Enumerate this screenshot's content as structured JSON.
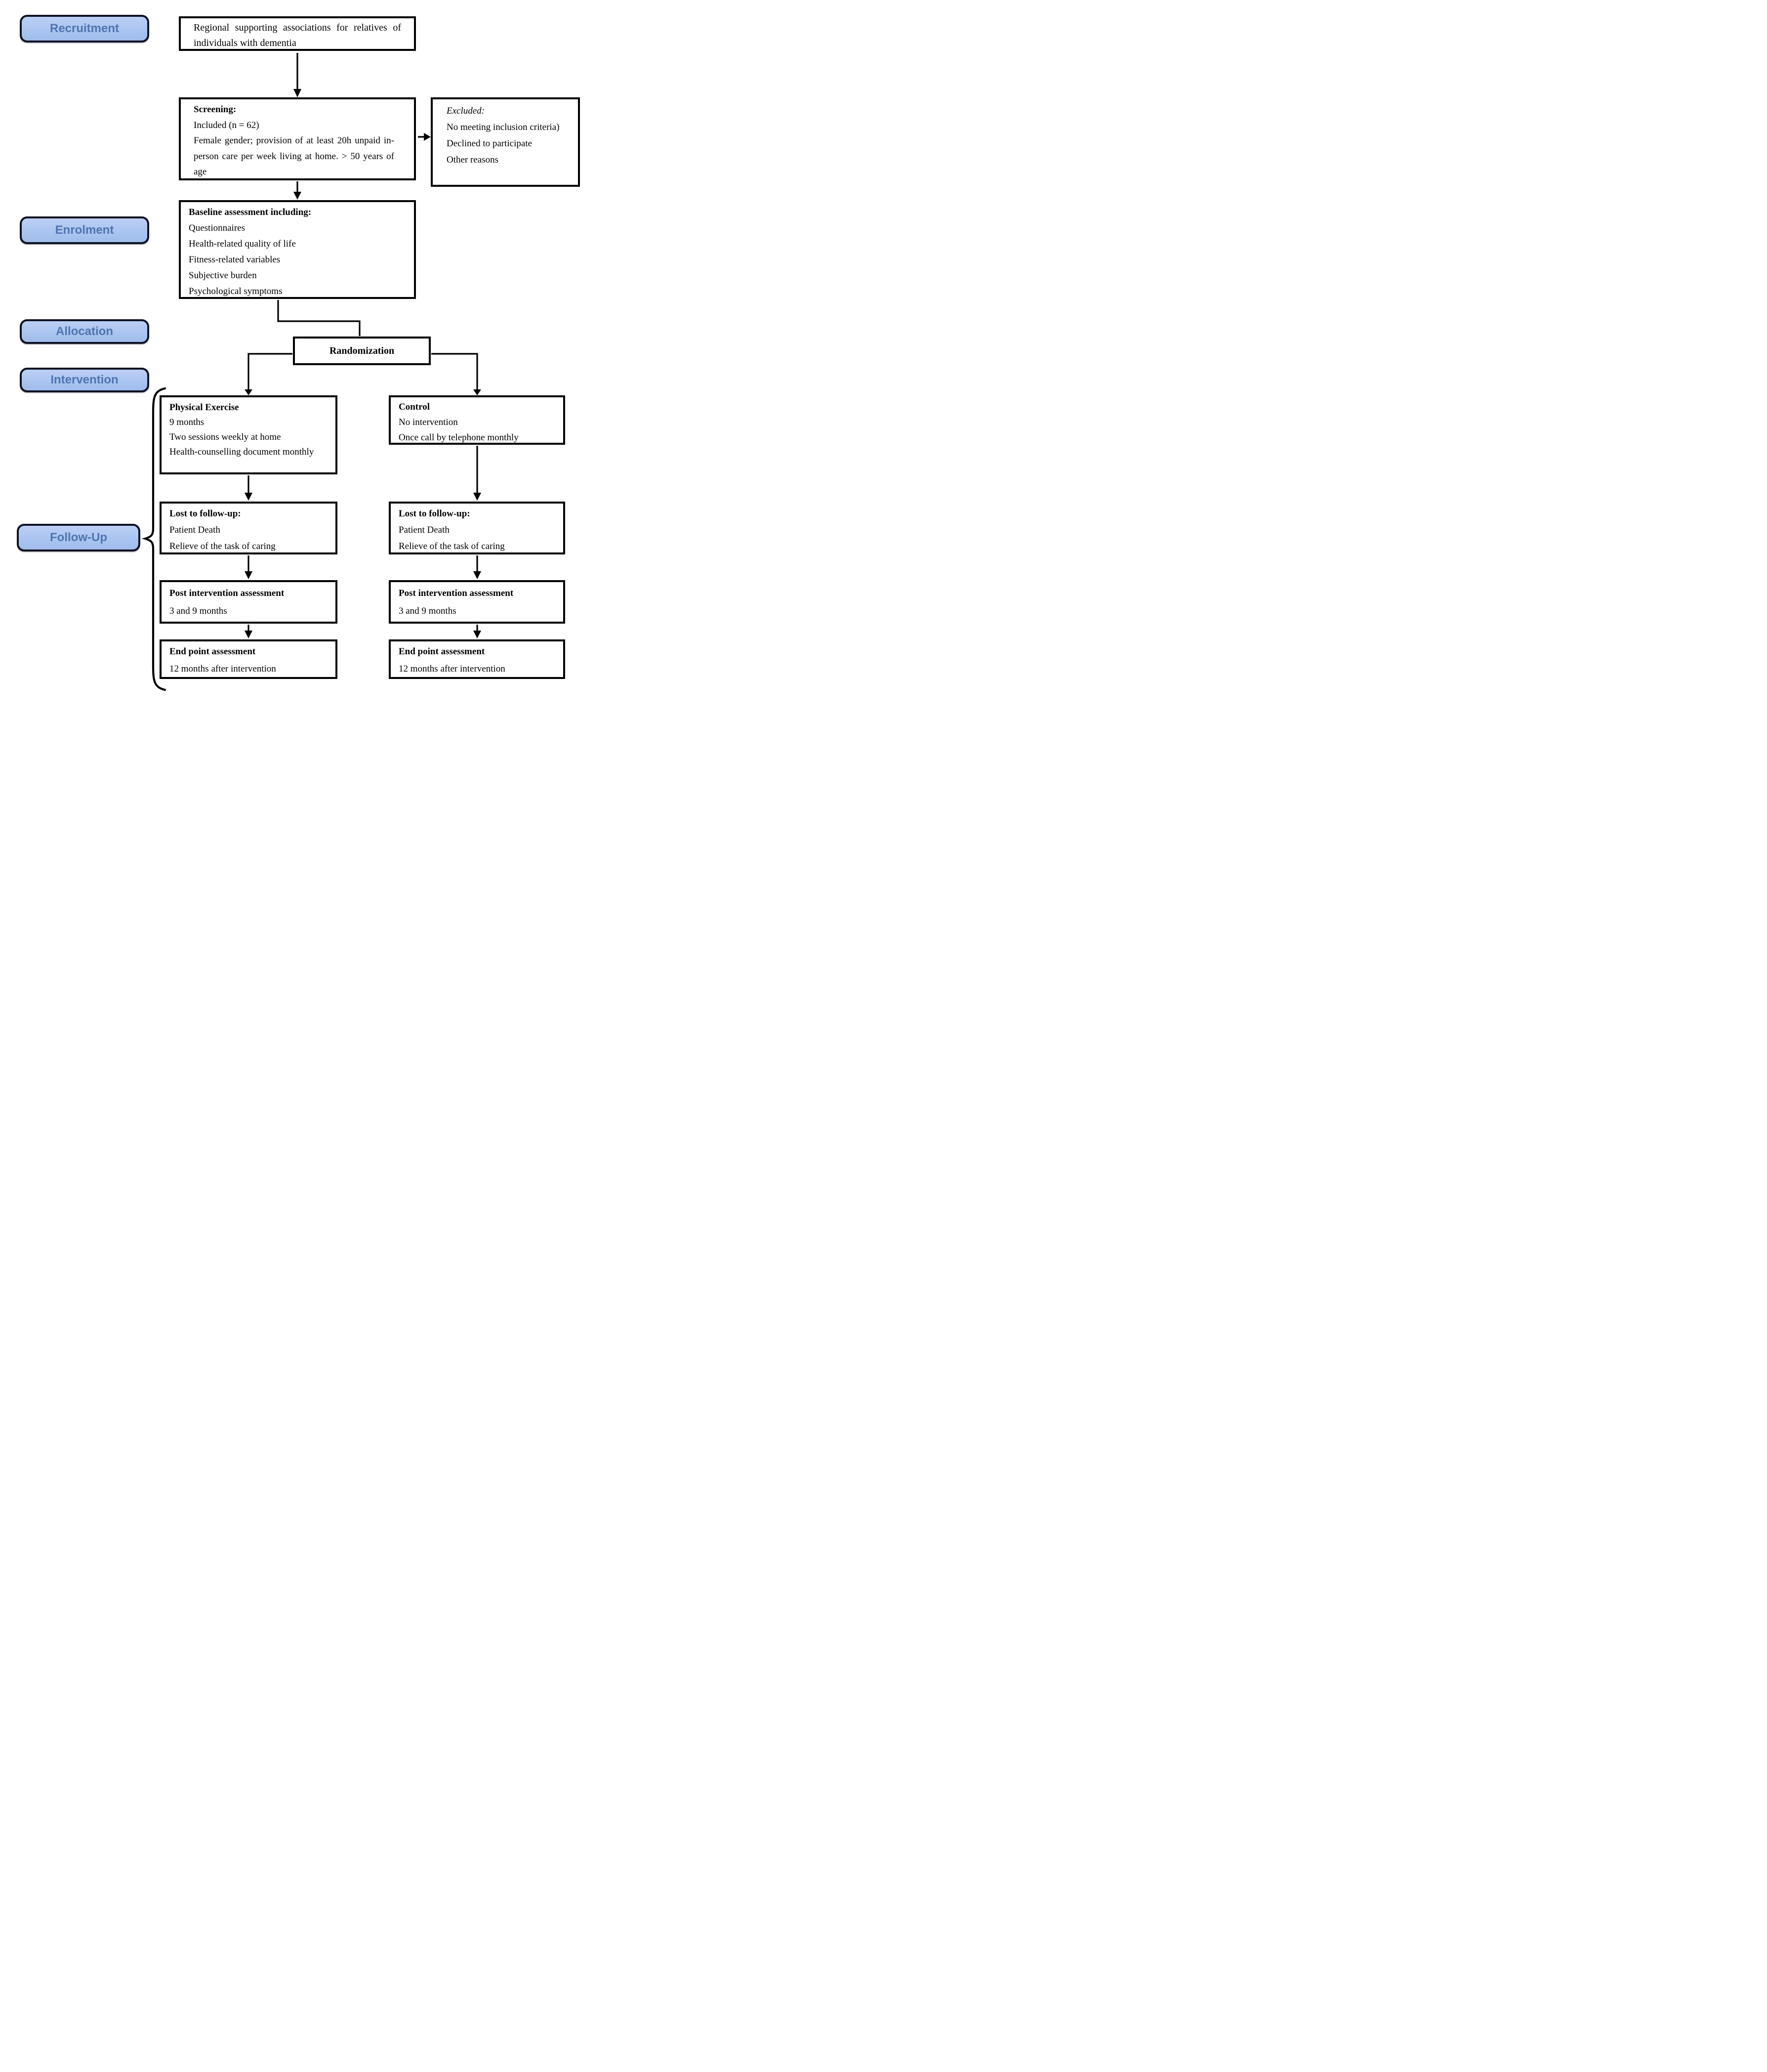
{
  "diagram": {
    "stages": {
      "recruitment": "Recruitment",
      "enrolment": "Enrolment",
      "allocation": "Allocation",
      "intervention": "Intervention",
      "follow_up": "Follow-Up"
    },
    "source": {
      "text": "Regional supporting associations for relatives of individuals with dementia"
    },
    "screening": {
      "title": "Screening:",
      "included": "Included (n = 62)",
      "criteria": "Female gender; provision of at least 20h unpaid in-person care per week living at home. > 50 years of age"
    },
    "excluded": {
      "title": "Excluded:",
      "reasons": [
        "No meeting inclusion criteria)",
        "Declined to participate",
        "Other reasons"
      ]
    },
    "baseline": {
      "title": "Baseline assessment including:",
      "items": [
        "Questionnaires",
        "Health-related quality of life",
        "Fitness-related variables",
        "Subjective burden",
        "Psychological symptoms"
      ]
    },
    "randomization": {
      "label": "Randomization"
    },
    "arms": {
      "exercise": {
        "title": "Physical Exercise",
        "details": [
          "9 months",
          "Two sessions weekly at home",
          "Health-counselling document monthly"
        ]
      },
      "control": {
        "title": "Control",
        "details": [
          "No intervention",
          "Once call by telephone monthly"
        ]
      }
    },
    "follow_up": {
      "lost": {
        "title": "Lost to follow-up:",
        "items": [
          "Patient Death",
          "Relieve of the task of caring"
        ]
      },
      "post": {
        "title": "Post intervention assessment",
        "detail": "3 and 9 months"
      },
      "endpoint": {
        "title": "End point assessment",
        "detail": "12 months after intervention"
      }
    },
    "colors": {
      "stage_fill": "#aac5f0",
      "stage_fill_light": "#bccff5",
      "stage_border": "#0e1222",
      "stage_text": "#4f74b0",
      "line": "#000000"
    }
  }
}
